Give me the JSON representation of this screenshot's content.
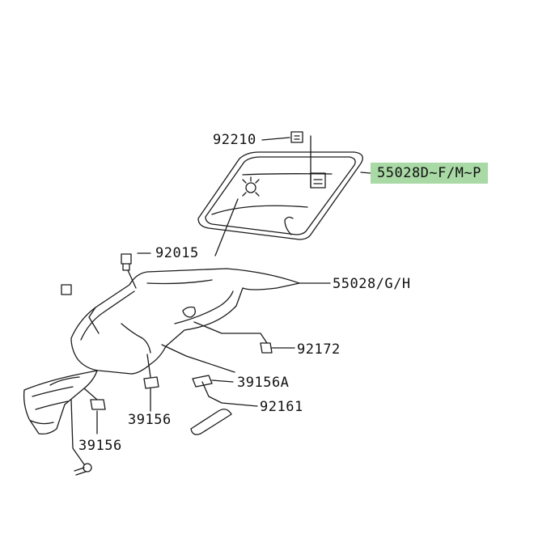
{
  "diagram": {
    "colors": {
      "line": "#1a1a1a",
      "highlight": "#a9d9a5",
      "background": "#ffffff"
    },
    "parts": [
      {
        "id": "p92210",
        "label": "92210",
        "highlighted": false
      },
      {
        "id": "p55028dfmp",
        "label": "55028D~F/M~P",
        "highlighted": true
      },
      {
        "id": "p92015",
        "label": "92015",
        "highlighted": false
      },
      {
        "id": "p55028gh",
        "label": "55028/G/H",
        "highlighted": false
      },
      {
        "id": "p92172",
        "label": "92172",
        "highlighted": false
      },
      {
        "id": "p39156a",
        "label": "39156A",
        "highlighted": false
      },
      {
        "id": "p92161",
        "label": "92161",
        "highlighted": false
      },
      {
        "id": "p39156-mid",
        "label": "39156",
        "highlighted": false
      },
      {
        "id": "p39156-low",
        "label": "39156",
        "highlighted": false
      }
    ]
  }
}
